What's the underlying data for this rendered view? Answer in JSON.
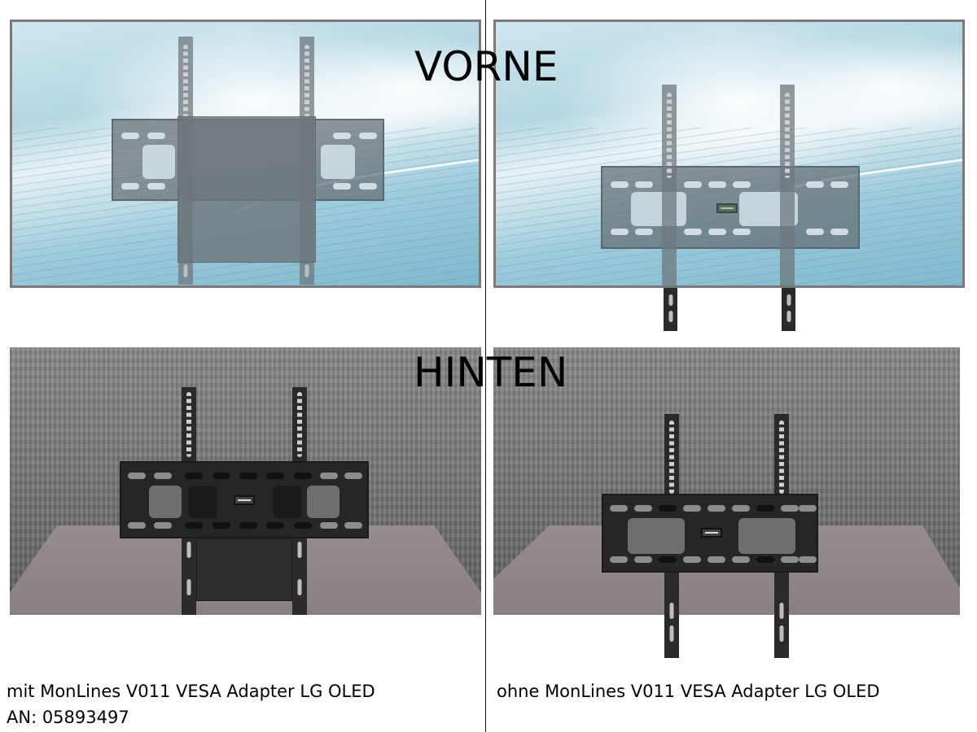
{
  "labels": {
    "front_title": "VORNE",
    "rear_title": "HINTEN"
  },
  "captions": {
    "left_line1": "mit MonLines V011 VESA Adapter LG OLED",
    "left_line2": "AN: 05893497",
    "right_line1": "ohne MonLines V011 VESA Adapter LG OLED"
  },
  "panels": [
    {
      "id": "front-with-adapter",
      "view": "VORNE",
      "variant": "mit Adapter"
    },
    {
      "id": "front-without-adapter",
      "view": "VORNE",
      "variant": "ohne Adapter"
    },
    {
      "id": "rear-with-adapter",
      "view": "HINTEN",
      "variant": "mit Adapter"
    },
    {
      "id": "rear-without-adapter",
      "view": "HINTEN",
      "variant": "ohne Adapter"
    }
  ],
  "colors": {
    "tv_frame": "#7a7a7a",
    "tv_screen": "#b4d7e3",
    "wall": "#7a7a7a",
    "table": "#8e8488",
    "mount": "#262626",
    "divider": "#111111"
  }
}
